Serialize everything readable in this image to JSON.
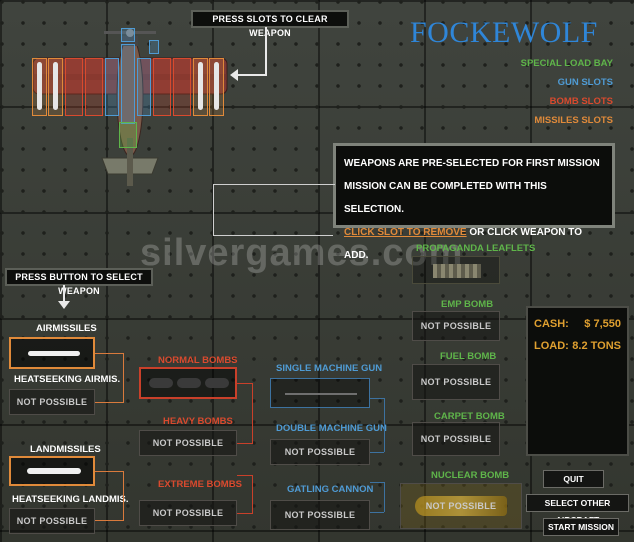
{
  "header": {
    "clear_hint": "PRESS SLOTS TO CLEAR WEAPON",
    "aircraft_name": "FOCKEWOLF"
  },
  "legend": {
    "special": "SPECIAL LOAD BAY",
    "gun": "GUN SLOTS",
    "bomb": "BOMB SLOTS",
    "missiles": "MISSILES SLOTS",
    "colors": {
      "special": "#5fb54a",
      "gun": "#4f9bd4",
      "bomb": "#d94a2e",
      "missiles": "#e08a3a"
    }
  },
  "info_panel": {
    "line1": "WEAPONS ARE PRE-SELECTED FOR FIRST MISSION",
    "line2": "MISSION CAN BE COMPLETED WITH THIS SELECTION.",
    "line3_link": "CLICK SLOT TO REMOVE",
    "line3_rest": " OR CLICK WEAPON TO ADD."
  },
  "watermark": "silvergames.com",
  "select_hint": "PRESS BUTTON TO SELECT WEAPON",
  "not_possible": "NOT POSSIBLE",
  "missiles": {
    "air": "AIRMISSILES",
    "heatseek_air": "HEATSEEKING AIRMIS.",
    "land": "LANDMISSILES",
    "heatseek_land": "HEATSEEKING LANDMIS."
  },
  "bombs": {
    "normal": "NORMAL BOMBS",
    "heavy": "HEAVY BOMBS",
    "extreme": "EXTREME BOMBS"
  },
  "guns": {
    "single": "SINGLE MACHINE GUN",
    "double": "DOUBLE MACHINE GUN",
    "gatling": "GATLING CANNON"
  },
  "special": {
    "propaganda": "PROPAGANDA LEAFLETS",
    "emp": "EMP BOMB",
    "fuel": "FUEL BOMB",
    "carpet": "CARPET BOMB",
    "nuclear": "NUCLEAR BOMB"
  },
  "stats": {
    "cash_label": "CASH:",
    "cash_value": "$ 7,550",
    "load_label": "LOAD:",
    "load_value": "8.2 TONS"
  },
  "buttons": {
    "quit": "QUIT",
    "other_aircraft": "SELECT OTHER AIRCRAFT",
    "start": "START MISSION"
  }
}
